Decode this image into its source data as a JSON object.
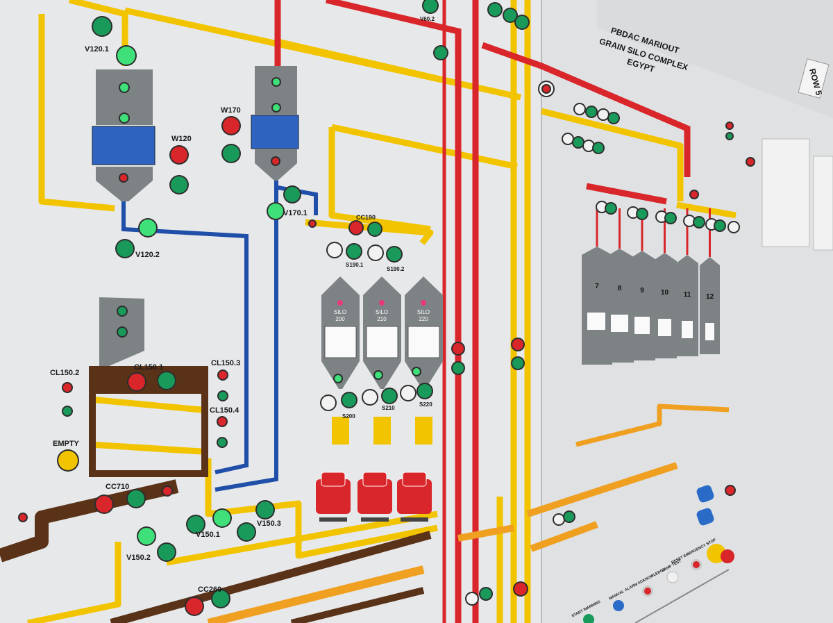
{
  "panel": {
    "title_line1": "PBDAC MARIOUT",
    "title_line2": "GRAIN SILO COMPLEX",
    "title_line3": "EGYPT",
    "row_tag": "ROW 5"
  },
  "labels": {
    "v120_1": "V120.1",
    "w120": "W120",
    "w170": "W170",
    "v120_2": "V120.2",
    "v170_1": "V170.1",
    "cc190": "CC190",
    "s190_1": "S190.1",
    "s190_2": "S190.2",
    "cl150_1": "CL150.1",
    "cl150_2": "CL150.2",
    "cl150_3": "CL150.3",
    "cl150_4": "CL150.4",
    "empty": "EMPTY",
    "cc710": "CC710",
    "v150_1": "V150.1",
    "v150_2": "V150.2",
    "v150_3": "V150.3",
    "cc260": "CC260",
    "v60_2": "V60.2",
    "s200": "S200",
    "s210": "S210",
    "s220": "S220"
  },
  "silos_left": [
    {
      "label": "SILO",
      "number": "200"
    },
    {
      "label": "SILO",
      "number": "210"
    },
    {
      "label": "SILO",
      "number": "220"
    }
  ],
  "silos_right": [
    "7",
    "8",
    "9",
    "10",
    "11",
    "12"
  ],
  "controls": {
    "start_warning": "START WARNING",
    "manual": "MANUAL",
    "alarm_ack": "ALARM ACKNOWLEDGE",
    "lamp_test": "LAMP TEST",
    "reset_estop": "RESET EMERGENCY STOP"
  },
  "colors": {
    "yellow": "#f2c400",
    "red": "#d8262a",
    "blue": "#1f4fa8",
    "brown": "#5a3218",
    "orange": "#f0a020",
    "grey": "#7d8285",
    "green": "#1a9a5a"
  }
}
